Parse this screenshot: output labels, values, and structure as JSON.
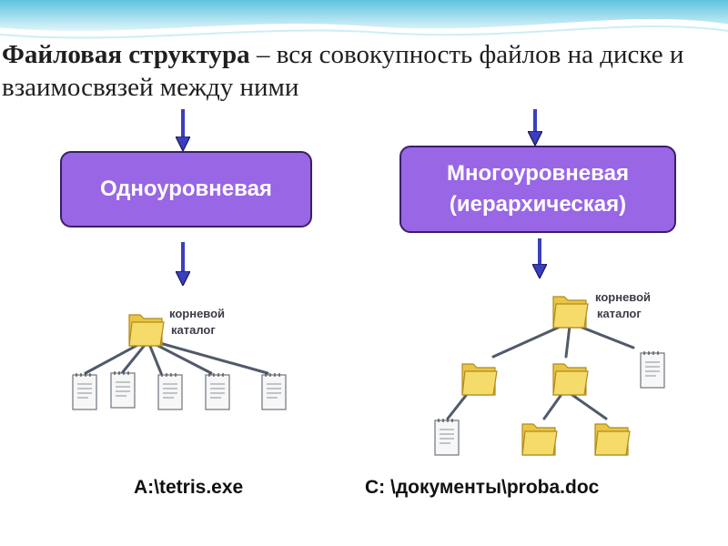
{
  "title": {
    "bold": "Файловая структура",
    "rest": " – вся совокупность файлов на диске и взаимосвязей между ними"
  },
  "single_level": {
    "label": "Одноуровневая",
    "root_label_line1": "корневой",
    "root_label_line2": "каталог",
    "path": "A:\\tetris.exe"
  },
  "multi_level": {
    "label_line1": "Многоуровневая",
    "label_line2": "(иерархическая)",
    "root_label_line1": "корневой",
    "root_label_line2": "каталог",
    "path": "C: \\документы\\proba.doc"
  },
  "colors": {
    "box_fill": "#9966e6",
    "box_border": "#3a1f66",
    "arrow": "#3b3fbf",
    "folder": "#f2d75a",
    "tree_line": "#505a6a",
    "wave": "#8fd6e8"
  }
}
